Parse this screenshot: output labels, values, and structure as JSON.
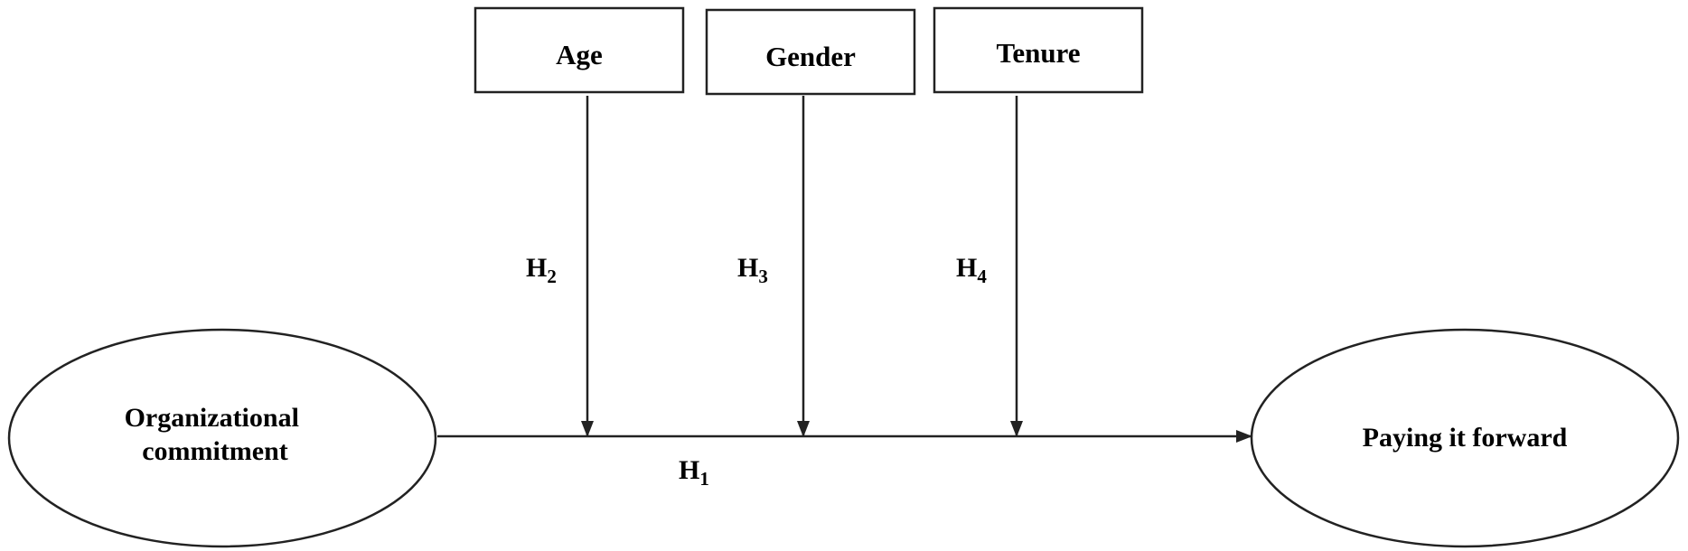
{
  "colors": {
    "stroke": "#222222",
    "text": "#000000",
    "background": "#ffffff"
  },
  "nodes": {
    "age": "Age",
    "gender": "Gender",
    "tenure": "Tenure",
    "organizational_commitment": [
      "Organizational",
      "commitment"
    ],
    "paying_it_forward": "Paying it forward"
  },
  "hypotheses": {
    "h1": {
      "letter": "H",
      "index": "1"
    },
    "h2": {
      "letter": "H",
      "index": "2"
    },
    "h3": {
      "letter": "H",
      "index": "3"
    },
    "h4": {
      "letter": "H",
      "index": "4"
    }
  }
}
